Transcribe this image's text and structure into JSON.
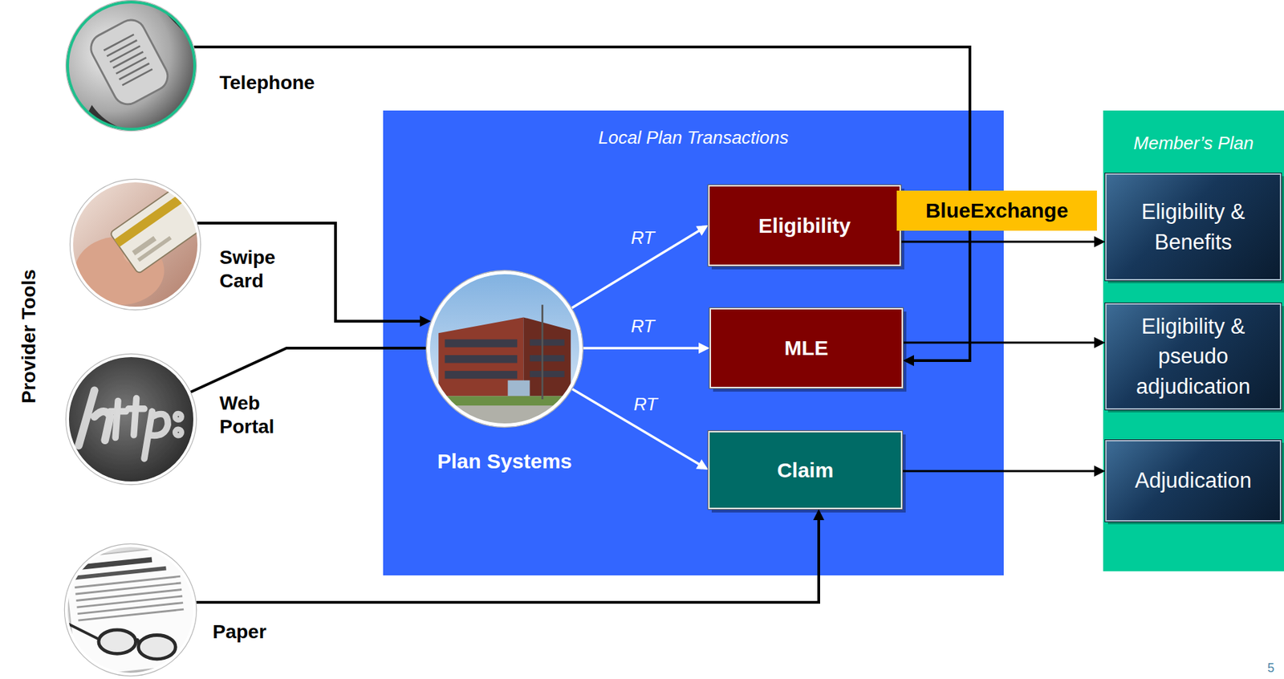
{
  "diagram": {
    "nodes": [
      {
        "text": [
          "Telephone"
        ]
      },
      {
        "text": [
          "Swipe Card"
        ]
      },
      {
        "text": [
          "Web Portal"
        ]
      },
      {
        "text": [
          "Paper"
        ]
      },
      {
        "text": [
          "Local Plan Transactions"
        ]
      },
      {
        "text": [
          "Plan Systems"
        ],
        "in": 4
      },
      {
        "text": [
          "Eligibility"
        ],
        "in": 4
      },
      {
        "text": [
          "MLE"
        ],
        "in": 4
      },
      {
        "text": [
          "Claim"
        ],
        "in": 4
      },
      {
        "text": [
          "BlueExchange"
        ]
      },
      {
        "text": [
          "Member’s Plan"
        ]
      },
      {
        "text": [
          "Eligibility & Benefits"
        ],
        "in": 10
      },
      {
        "text": [
          "Eligibility & pseudo adjudication"
        ],
        "in": 10
      },
      {
        "text": [
          "Adjudication"
        ],
        "in": 10
      }
    ],
    "edges": [
      {
        "from": 0,
        "to": 7,
        "arrow": "to"
      },
      {
        "from": 1,
        "to": 5,
        "arrow": "to"
      },
      {
        "from": 2,
        "to": 5,
        "arrow": "none"
      },
      {
        "from": 3,
        "to": 8,
        "arrow": "to"
      },
      {
        "from": 5,
        "to": 6,
        "label": "RT",
        "arrow": "to"
      },
      {
        "from": 5,
        "to": 7,
        "label": "RT",
        "arrow": "to"
      },
      {
        "from": 5,
        "to": 8,
        "label": "RT",
        "arrow": "to"
      },
      {
        "from": 6,
        "to": 11,
        "arrow": "to"
      },
      {
        "from": 7,
        "to": 12,
        "arrow": "to"
      },
      {
        "from": 8,
        "to": 13,
        "arrow": "to"
      }
    ],
    "labels": [
      "Provider Tools",
      "5"
    ]
  }
}
